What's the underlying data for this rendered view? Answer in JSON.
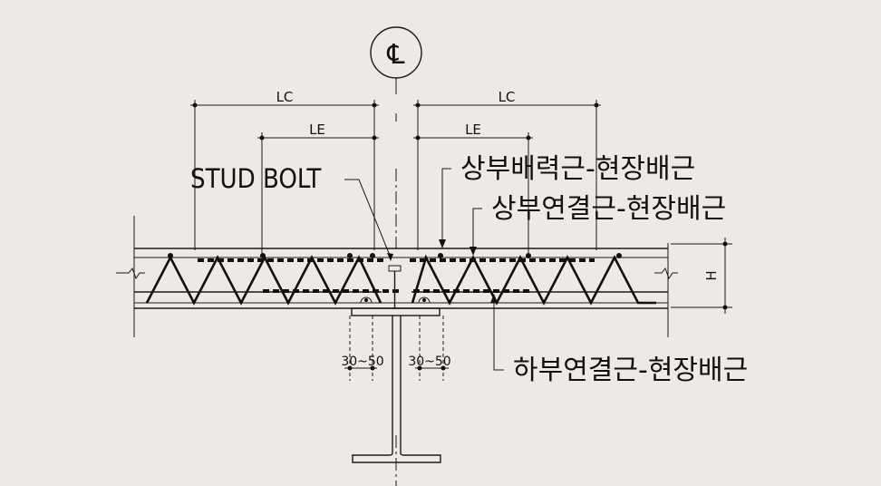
{
  "centerline_symbol": "℄",
  "labels": {
    "lc_left": "LC",
    "lc_right": "LC",
    "le_left": "LE",
    "le_right": "LE",
    "stud_bolt": "STUD BOLT",
    "top_distribution_bar": "상부배력근-현장배근",
    "top_connection_bar": "상부연결근-현장배근",
    "bottom_connection_bar": "하부연결근-현장배근",
    "height": "H",
    "gap_left": "30~50",
    "gap_right": "30~50"
  },
  "colors": {
    "background": "#ede9e5",
    "line": "#1a1a1a"
  }
}
